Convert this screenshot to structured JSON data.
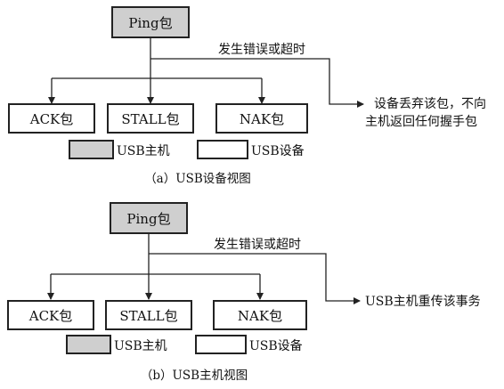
{
  "panel_a": {
    "ping": "Ping包",
    "condition": "发生错误或超时",
    "ack": "ACK包",
    "stall": "STALL包",
    "nak": "NAK包",
    "result_line1": "设备丢弃该包，不向",
    "result_line2": "主机返回任何握手包",
    "legend_host": "USB主机",
    "legend_device": "USB设备",
    "caption": "（a）USB设备视图"
  },
  "panel_b": {
    "ping": "Ping包",
    "condition": "发生错误或超时",
    "ack": "ACK包",
    "stall": "STALL包",
    "nak": "NAK包",
    "result": "USB主机重传该事务",
    "legend_host": "USB主机",
    "legend_device": "USB设备",
    "caption": "（b）USB主机视图"
  },
  "colors": {
    "host_fill": "#cfcfcf",
    "device_fill": "#ffffff",
    "stroke": "#222222"
  }
}
